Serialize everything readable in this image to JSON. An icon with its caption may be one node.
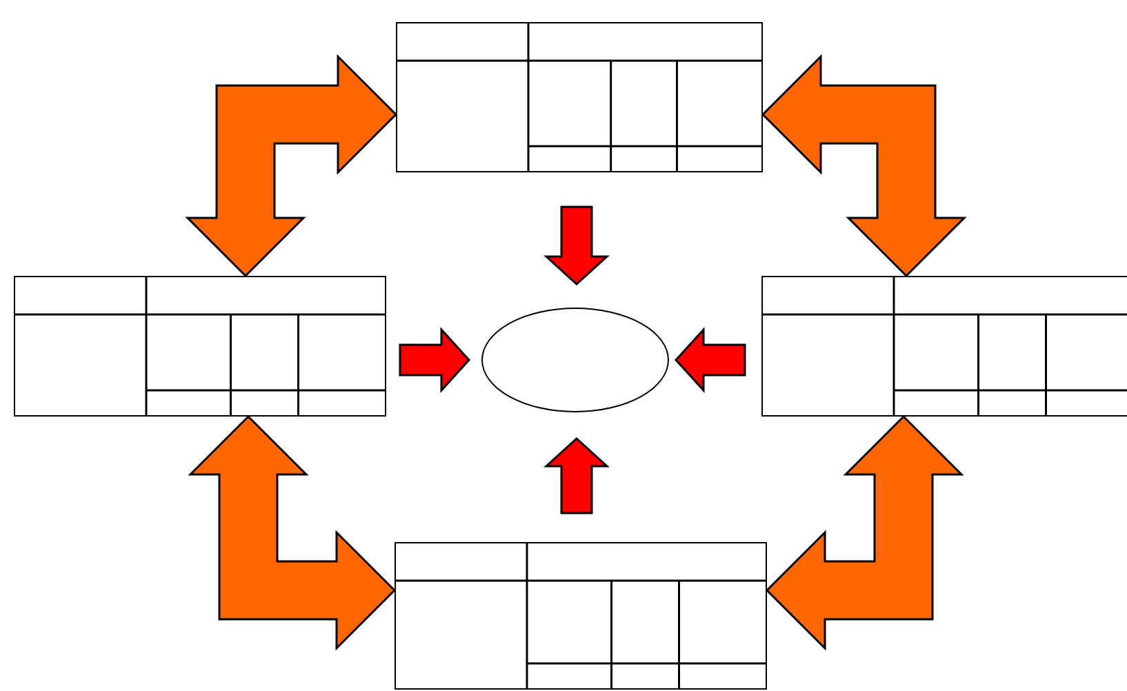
{
  "diagram": {
    "nodes": [
      {
        "text": [],
        "shape": "box"
      },
      {
        "text": [],
        "shape": "box"
      },
      {
        "text": [],
        "shape": "ellipse"
      },
      {
        "text": [],
        "shape": "box"
      },
      {
        "text": [],
        "shape": "box"
      }
    ],
    "edges": [
      {
        "from": 0,
        "to": 1,
        "arrow": "both",
        "style": "thick"
      },
      {
        "from": 0,
        "to": 3,
        "arrow": "both",
        "style": "thick"
      },
      {
        "from": 1,
        "to": 4,
        "arrow": "both",
        "style": "thick"
      },
      {
        "from": 3,
        "to": 4,
        "arrow": "both",
        "style": "thick"
      },
      {
        "from": 0,
        "to": 2,
        "arrow": "to",
        "color": "#ff0000"
      },
      {
        "from": 1,
        "to": 2,
        "arrow": "to",
        "color": "#ff0000"
      },
      {
        "from": 3,
        "to": 2,
        "arrow": "to",
        "color": "#ff0000"
      },
      {
        "from": 4,
        "to": 2,
        "arrow": "to",
        "color": "#ff0000"
      }
    ]
  }
}
